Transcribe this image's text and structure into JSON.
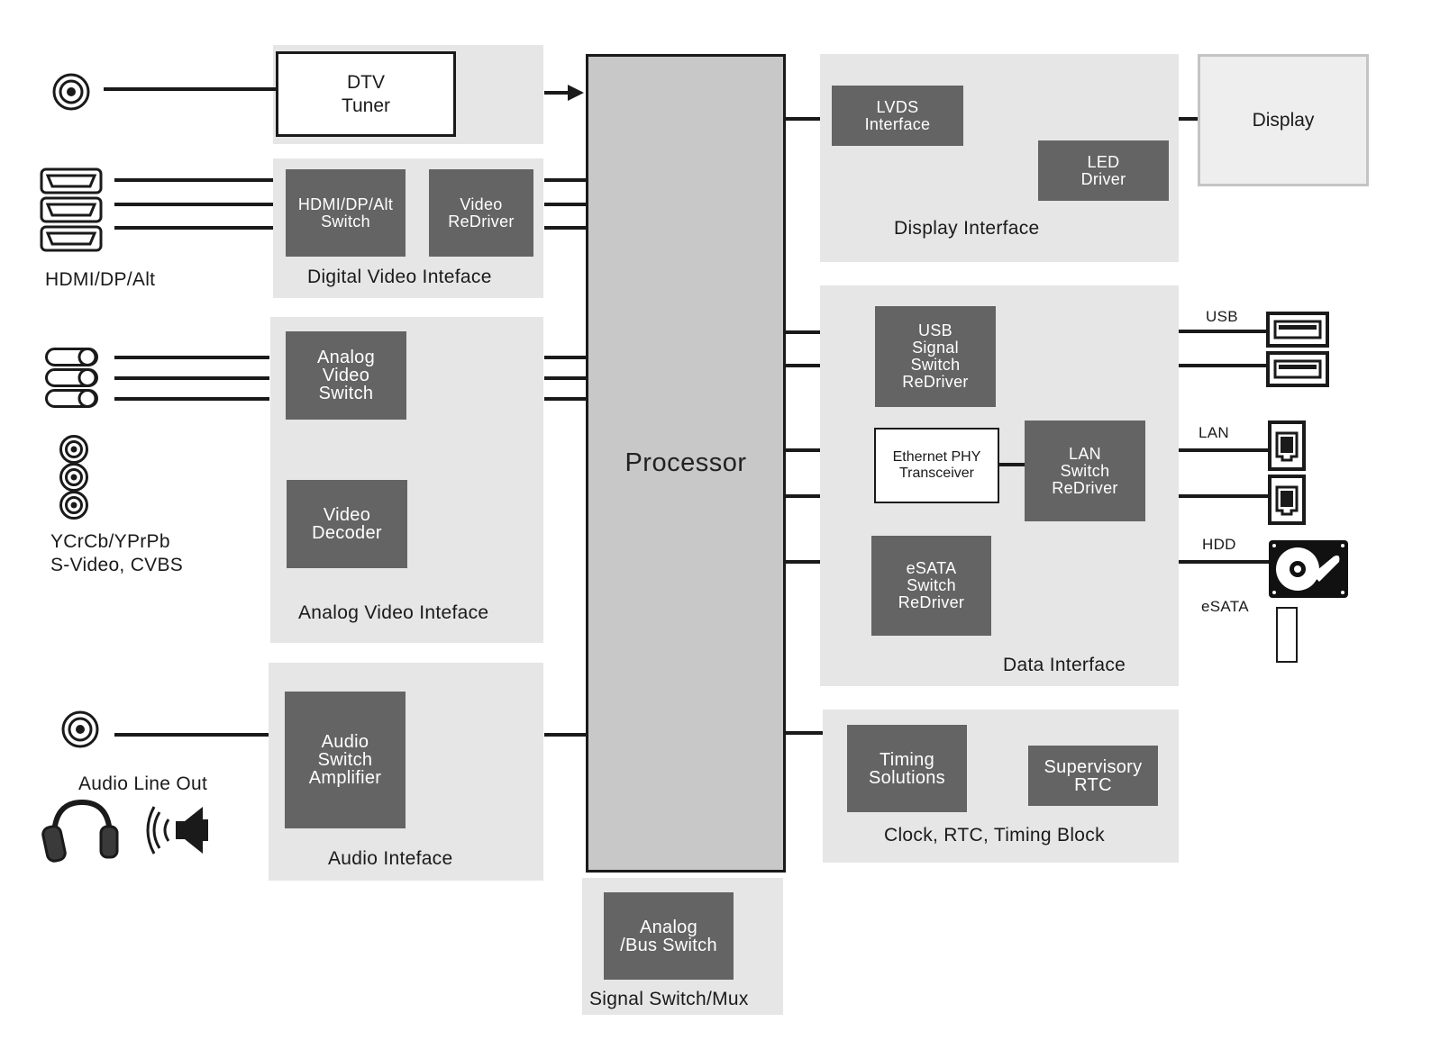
{
  "processor": {
    "label": "Processor"
  },
  "tuner": {
    "label": "DTV\nTuner"
  },
  "digital_video": {
    "title": "Digital Video Inteface",
    "blocks": [
      "HDMI/DP/Alt\nSwitch",
      "Video\nReDriver"
    ]
  },
  "analog_video": {
    "title": "Analog Video Inteface",
    "blocks": [
      "Analog\nVideo\nSwitch",
      "Video\nDecoder"
    ]
  },
  "audio": {
    "title": "Audio Inteface",
    "blocks": [
      "Audio\nSwitch\nAmplifier"
    ]
  },
  "display_interface": {
    "title": "Display Interface",
    "blocks": [
      "LVDS\nInterface",
      "LED\nDriver"
    ]
  },
  "display": {
    "label": "Display"
  },
  "data_interface": {
    "title": "Data Interface",
    "blocks": [
      "USB\nSignal\nSwitch\nReDriver",
      "Ethernet PHY\nTransceiver",
      "LAN\nSwitch\nReDriver",
      "eSATA\nSwitch\nReDriver"
    ]
  },
  "clock": {
    "title": "Clock, RTC, Timing Block",
    "blocks": [
      "Timing\nSolutions",
      "Supervisory\nRTC"
    ]
  },
  "signal_switch": {
    "title": "Signal Switch/Mux",
    "blocks": [
      "Analog\n/Bus Switch"
    ]
  },
  "external_labels": {
    "hdmi": "HDMI/DP/Alt",
    "analog": "YCrCb/YPrPb\nS-Video, CVBS",
    "audio_out": "Audio Line Out"
  },
  "port_labels": {
    "usb": "USB",
    "lan": "LAN",
    "hdd": "HDD",
    "esata": "eSATA"
  },
  "icons": [
    "coax-connector-icon",
    "hdmi-port-icon",
    "component-connector-icon",
    "rca-jack-icon",
    "headphones-icon",
    "speaker-icon",
    "usb-port-icon",
    "lan-port-icon",
    "hard-drive-icon",
    "esata-port-icon"
  ],
  "colors": {
    "panel": "#e6e6e6",
    "block": "#646464",
    "processor": "#c8c8c8",
    "line": "#1a1a1a"
  }
}
